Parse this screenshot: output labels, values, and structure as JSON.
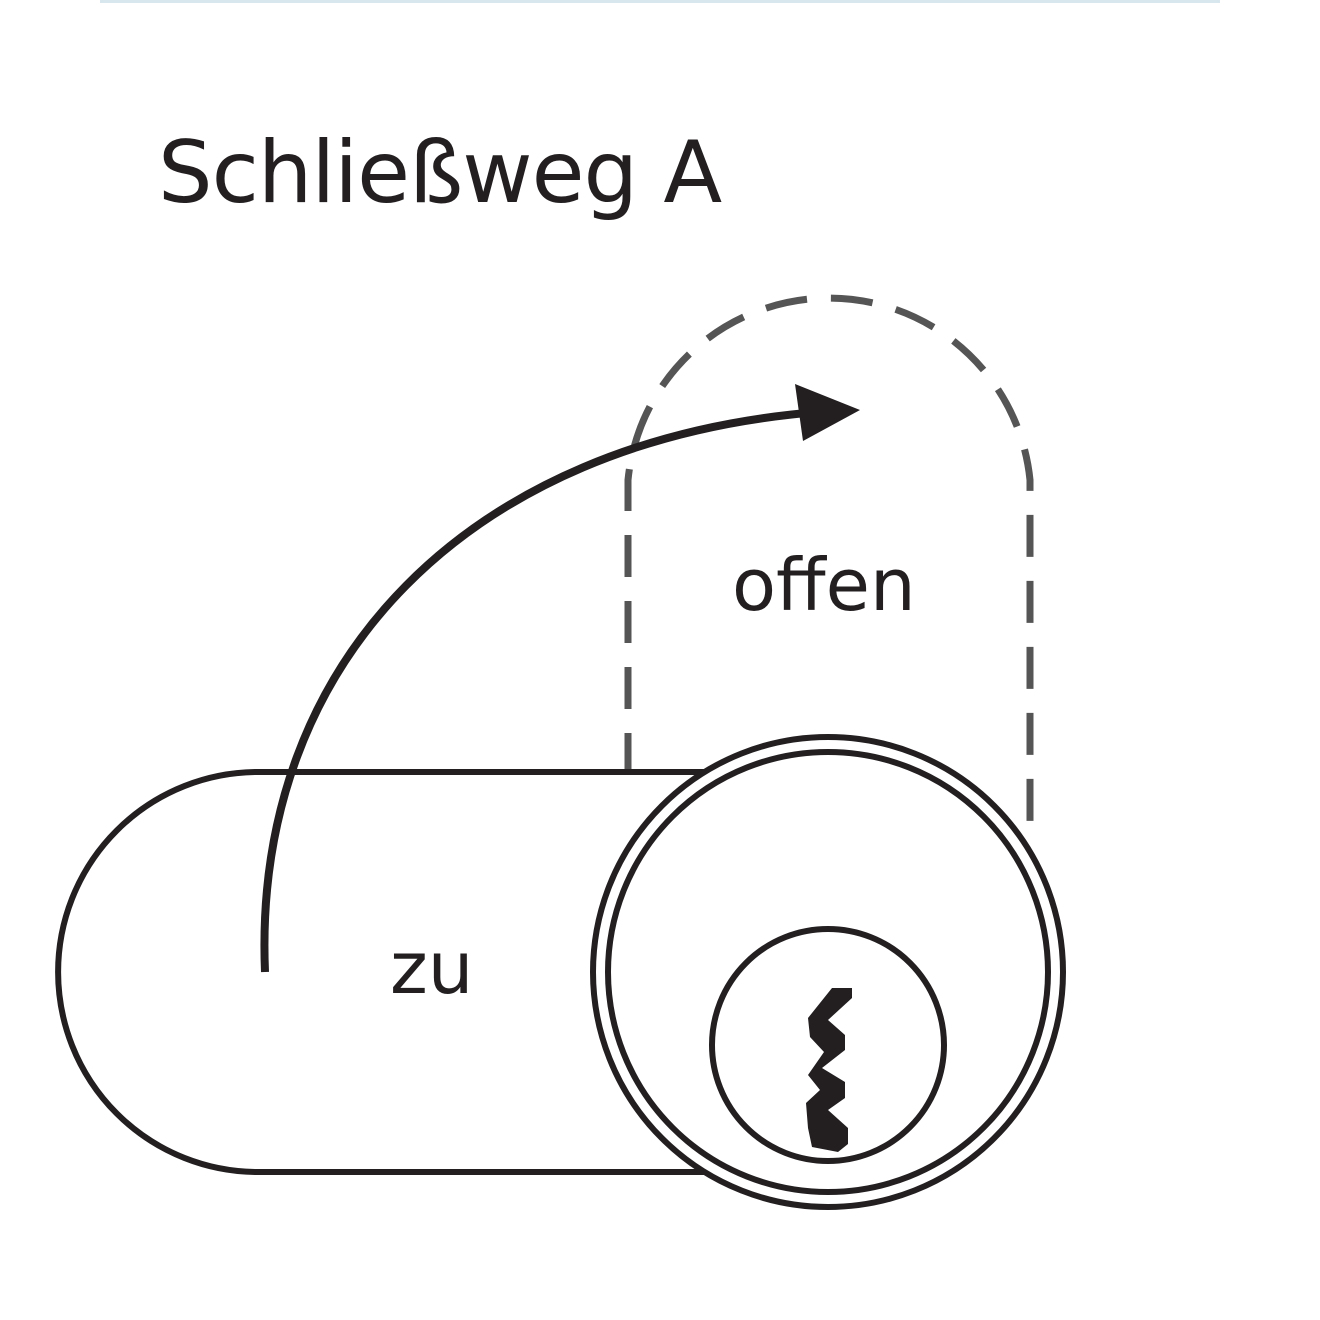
{
  "title": "Schließweg A",
  "labels": {
    "closed": "zu",
    "open": "offen"
  },
  "colors": {
    "ink": "#231f20",
    "dashed": "#555555",
    "rule": "#d8e6ee"
  }
}
